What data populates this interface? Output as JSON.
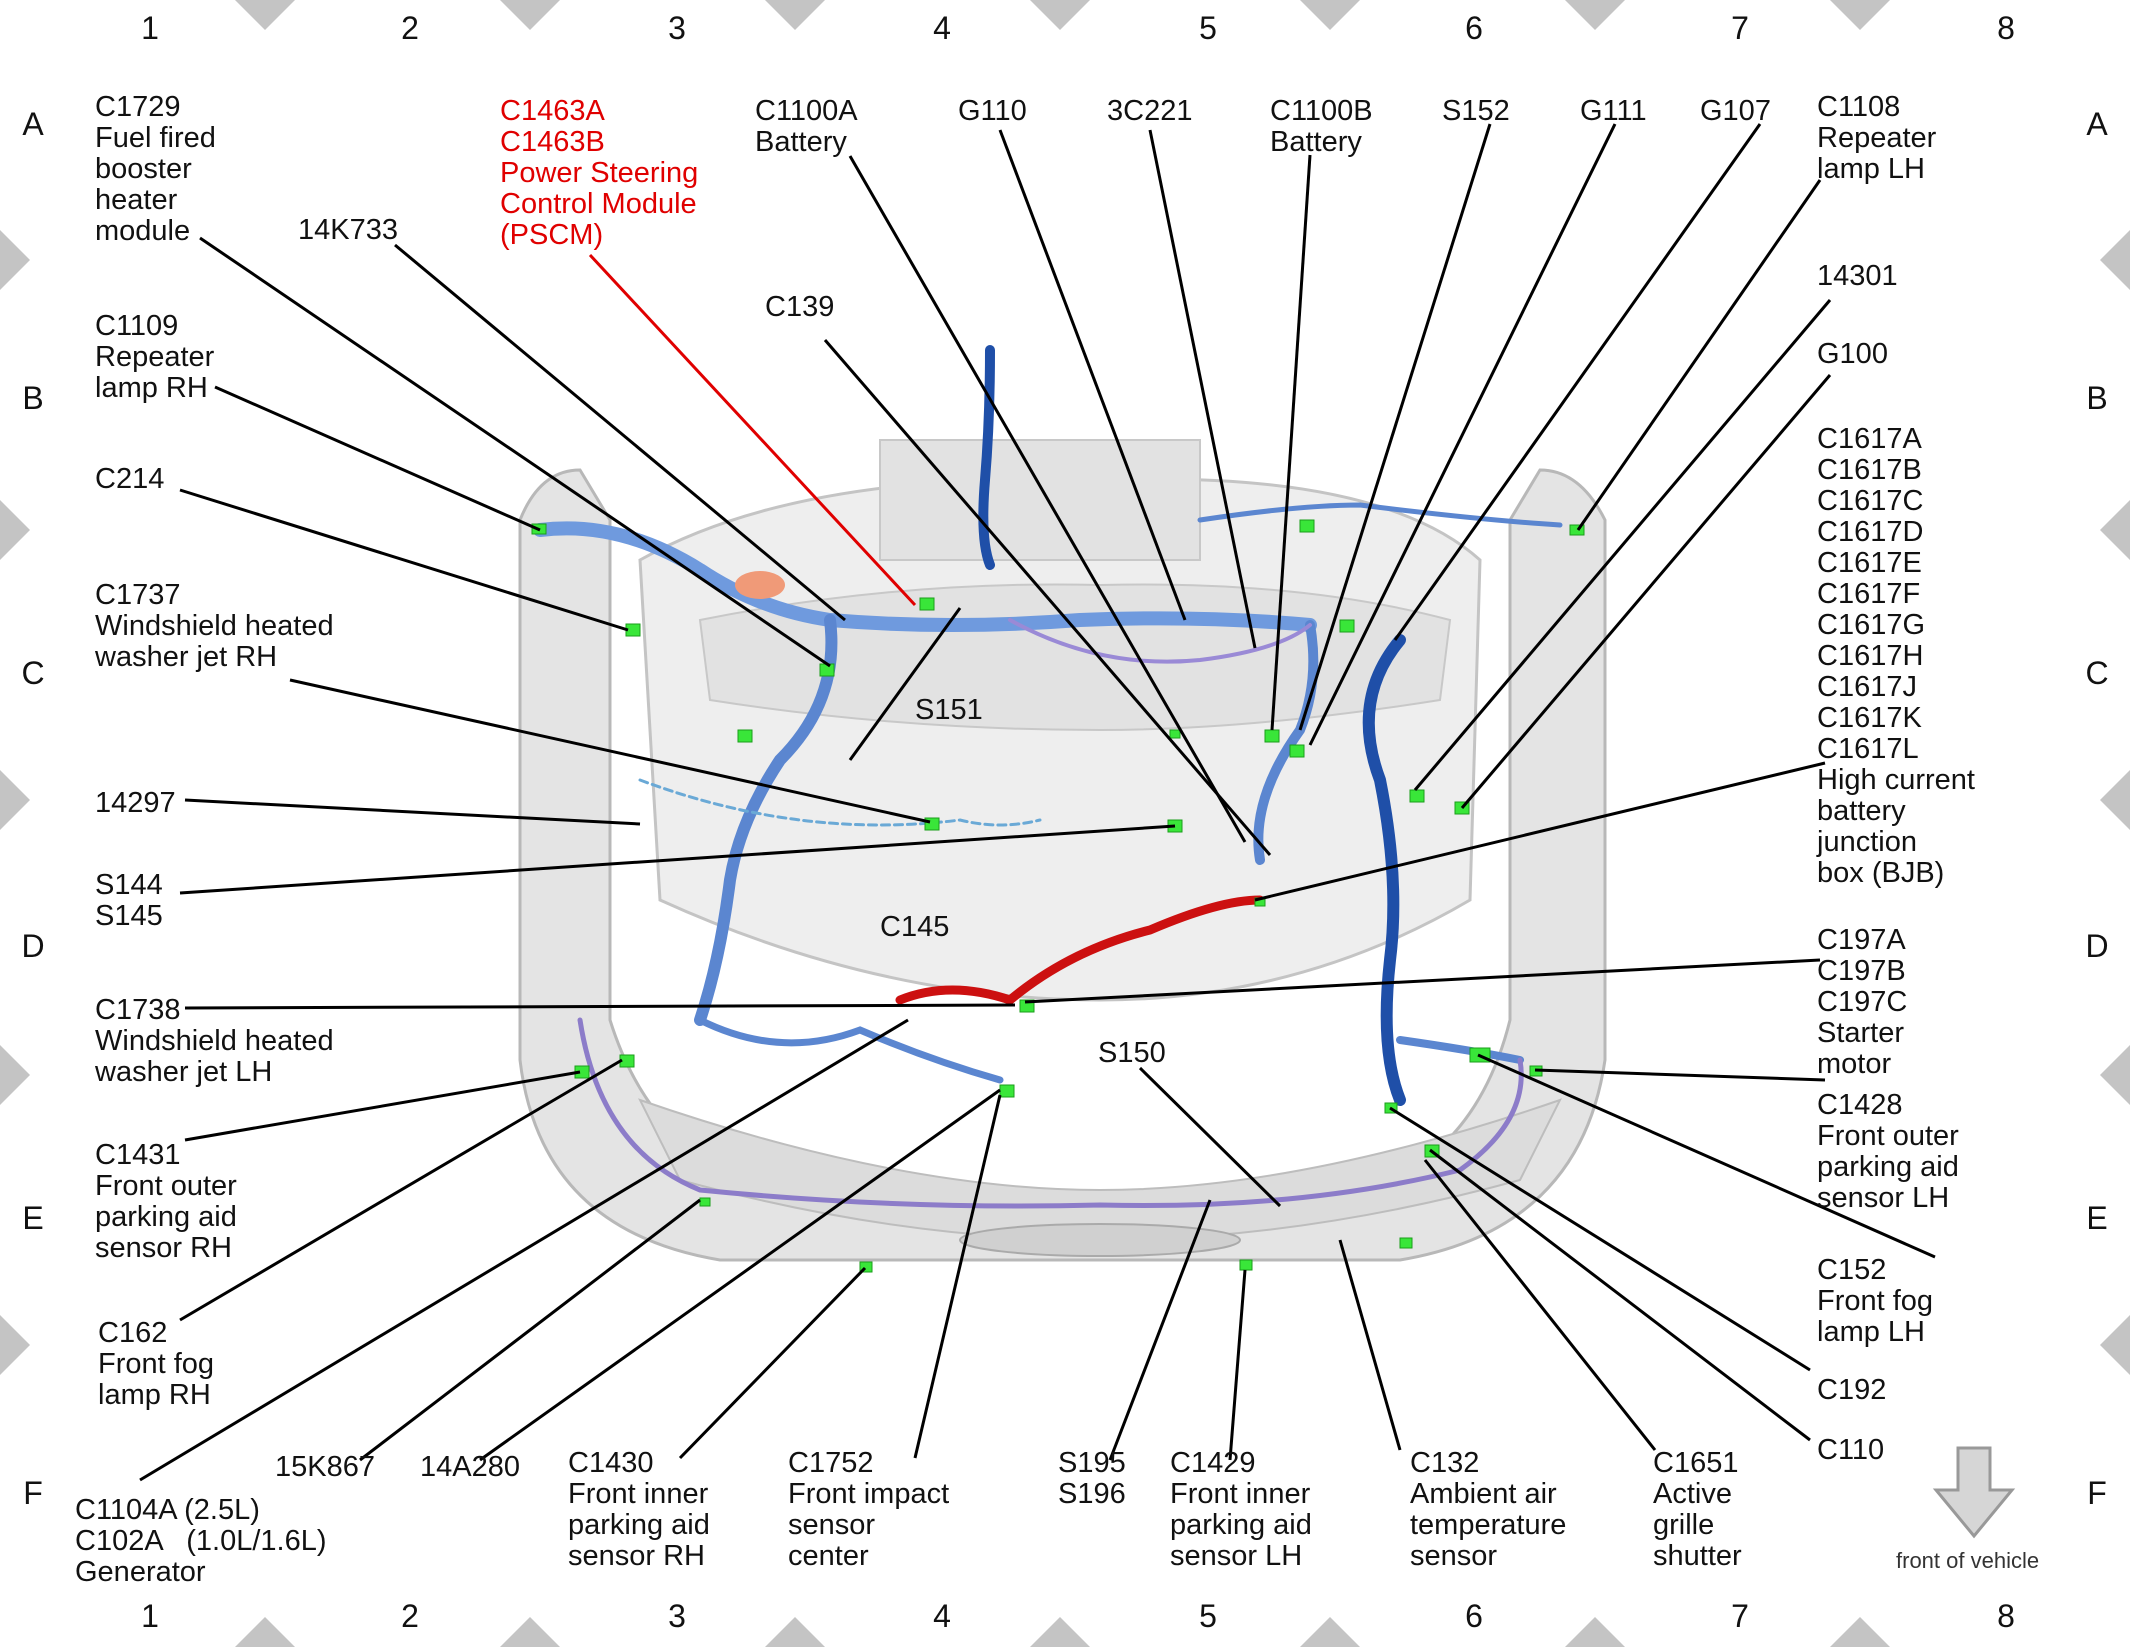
{
  "grid": {
    "columns": [
      "1",
      "2",
      "3",
      "4",
      "5",
      "6",
      "7",
      "8"
    ],
    "rows": [
      "A",
      "B",
      "C",
      "D",
      "E",
      "F"
    ]
  },
  "labels": {
    "c1729": "C1729\nFuel fired\nbooster\nheater\nmodule",
    "k14733": "14K733",
    "pscm": "C1463A\nC1463B\nPower Steering\nControl Module\n(PSCM)",
    "c1100a": "C1100A\nBattery",
    "g110": "G110",
    "c3221": "3C221",
    "c1100b": "C1100B\nBattery",
    "s152": "S152",
    "g111": "G111",
    "g107": "G107",
    "c1108": "C1108\nRepeater\nlamp LH",
    "c139": "C139",
    "n14301": "14301",
    "g100": "G100",
    "c1109": "C1109\nRepeater\nlamp RH",
    "c214": "C214",
    "c1737": "C1737\nWindshield heated\nwasher jet RH",
    "s151": "S151",
    "bjb": "C1617A\nC1617B\nC1617C\nC1617D\nC1617E\nC1617F\nC1617G\nC1617H\nC1617J\nC1617K\nC1617L\nHigh current\nbattery\njunction\nbox (BJB)",
    "n14297": "14297",
    "s144": "S144\nS145",
    "c145": "C145",
    "c1738": "C1738\nWindshield heated\nwasher jet LH",
    "c197": "C197A\nC197B\nC197C\nStarter\nmotor",
    "s150": "S150",
    "c1431": "C1431\nFront outer\nparking aid\nsensor RH",
    "c1428": "C1428\nFront outer\nparking aid\nsensor LH",
    "c162": "C162\nFront fog\nlamp RH",
    "c152": "C152\nFront fog\nlamp LH",
    "c192": "C192",
    "c110": "C110",
    "k15867": "15K867",
    "a14280": "14A280",
    "c1430": "C1430\nFront inner\nparking aid\nsensor RH",
    "c1752": "C1752\nFront impact\nsensor\ncenter",
    "s195": "S195\nS196",
    "c1429": "C1429\nFront inner\nparking aid\nsensor LH",
    "c132": "C132\nAmbient air\ntemperature\nsensor",
    "c1651": "C1651\nActive\ngrille\nshutter",
    "generator": "C1104A (2.5L)\nC102A   (1.0L/1.6L)\nGenerator",
    "front_caption": "front of vehicle"
  },
  "colors": {
    "highlight": "#e00000",
    "connector": "#39e639",
    "harness": "#5b86d0",
    "harness_dark": "#1f4fa8",
    "battery_cable": "#cc1010",
    "body": "#d9d9d9"
  }
}
